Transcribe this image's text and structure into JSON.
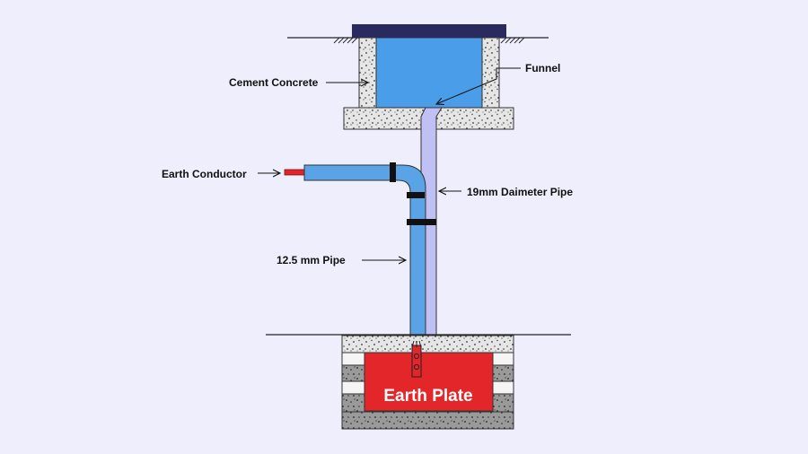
{
  "diagram": {
    "labels": {
      "cement_concrete": "Cement Concrete",
      "funnel": "Funnel",
      "earth_conductor": "Earth Conductor",
      "diameter_pipe": "19mm Daimeter Pipe",
      "small_pipe": "12.5 mm Pipe",
      "earth_plate": "Earth Plate"
    },
    "colors": {
      "background": "#eeeefc",
      "water_blue": "#4a9de8",
      "pipe_blue": "#5aa3e6",
      "pipe_lavender": "#c0c0f4",
      "cover_navy": "#2a2a5e",
      "conductor_red": "#e0252a",
      "earth_plate_red": "#e3262a",
      "concrete_grey": "#e4e4e4",
      "dark_band": "#9a9a9a"
    }
  }
}
